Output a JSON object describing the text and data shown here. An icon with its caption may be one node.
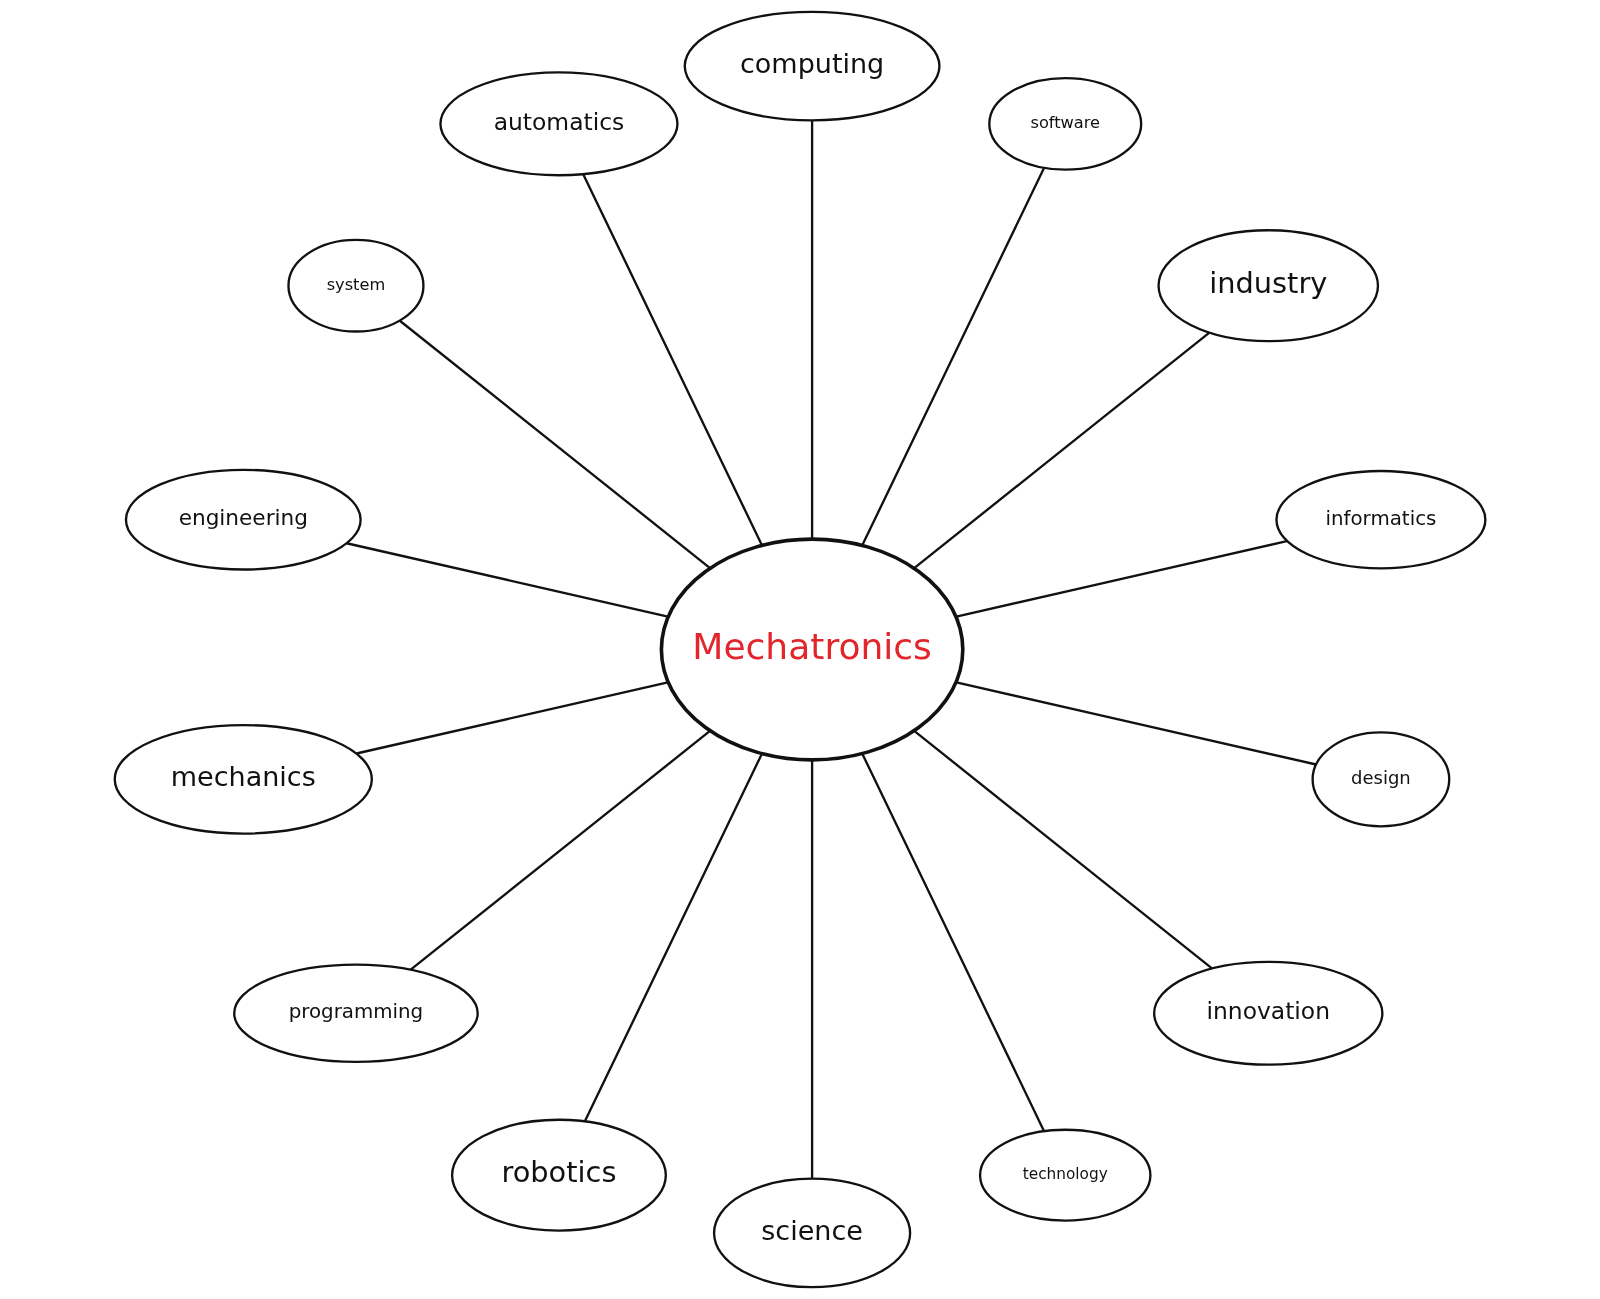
{
  "diagram": {
    "nodes": [
      {
        "text": [
          "Mechatronics"
        ]
      },
      {
        "text": [
          "informatics"
        ]
      },
      {
        "text": [
          "industry"
        ]
      },
      {
        "text": [
          "software"
        ]
      },
      {
        "text": [
          "computing"
        ]
      },
      {
        "text": [
          "automatics"
        ]
      },
      {
        "text": [
          "system"
        ]
      },
      {
        "text": [
          "engineering"
        ]
      },
      {
        "text": [
          "mechanics"
        ]
      },
      {
        "text": [
          "programming"
        ]
      },
      {
        "text": [
          "robotics"
        ]
      },
      {
        "text": [
          "science"
        ]
      },
      {
        "text": [
          "technology"
        ]
      },
      {
        "text": [
          "innovation"
        ]
      },
      {
        "text": [
          "design"
        ]
      }
    ],
    "edges": [
      {
        "from": 0,
        "to": 1,
        "arrow": "none"
      },
      {
        "from": 0,
        "to": 2,
        "arrow": "none"
      },
      {
        "from": 0,
        "to": 3,
        "arrow": "none"
      },
      {
        "from": 0,
        "to": 4,
        "arrow": "none"
      },
      {
        "from": 0,
        "to": 5,
        "arrow": "none"
      },
      {
        "from": 0,
        "to": 6,
        "arrow": "none"
      },
      {
        "from": 0,
        "to": 7,
        "arrow": "none"
      },
      {
        "from": 0,
        "to": 8,
        "arrow": "none"
      },
      {
        "from": 0,
        "to": 9,
        "arrow": "none"
      },
      {
        "from": 0,
        "to": 10,
        "arrow": "none"
      },
      {
        "from": 0,
        "to": 11,
        "arrow": "none"
      },
      {
        "from": 0,
        "to": 12,
        "arrow": "none"
      },
      {
        "from": 0,
        "to": 13,
        "arrow": "none"
      },
      {
        "from": 0,
        "to": 14,
        "arrow": "none"
      }
    ]
  }
}
